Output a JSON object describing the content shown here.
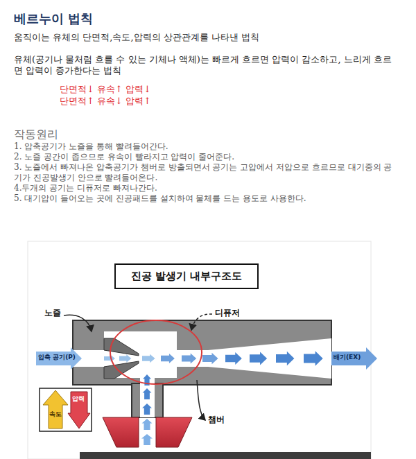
{
  "diagram": {
    "title": "베르누이 법칙",
    "nodes": [
      {
        "text": [
          "진공 발생기 내부구조도"
        ]
      }
    ],
    "labels": [
      "움직이는 유체의 단면적,속도,압력의 상관관계를 나타낸 법칙",
      "유체(공기나 물처럼 흐를 수 있는 기체나 액체)는 빠르게 흐르면 압력이 감소하고, 느리게 흐르면 압력이 증가한다는 법칙",
      "단면적↓ 유속↑ 압력↓",
      "단면적↑ 유속↓ 압력↑",
      "작동원리",
      "1. 압축공기가 노즐을 통해 빨려들어간다.",
      "2. 노즐 공간이 좁으므로 유속이 빨라지고 압력이 줄어준다.",
      "3. 노즐에서 빠져나온 압축공기가 챔버로 방출되면서 공기는 고압에서 저압으로 흐르므로 대기중의 공기가 진공발생기 안으로 빨려들어온다.",
      "4.두개의 공기는 디퓨저로 빠져나간다.",
      "5. 대기압이 들어오는 곳에 진공패드를 설치하여 물체를 드는 용도로 사용한다.",
      "노즐",
      "디퓨저",
      "압축 공기(P)",
      "배기(EX)",
      "챔버",
      "속도",
      "압력"
    ]
  }
}
